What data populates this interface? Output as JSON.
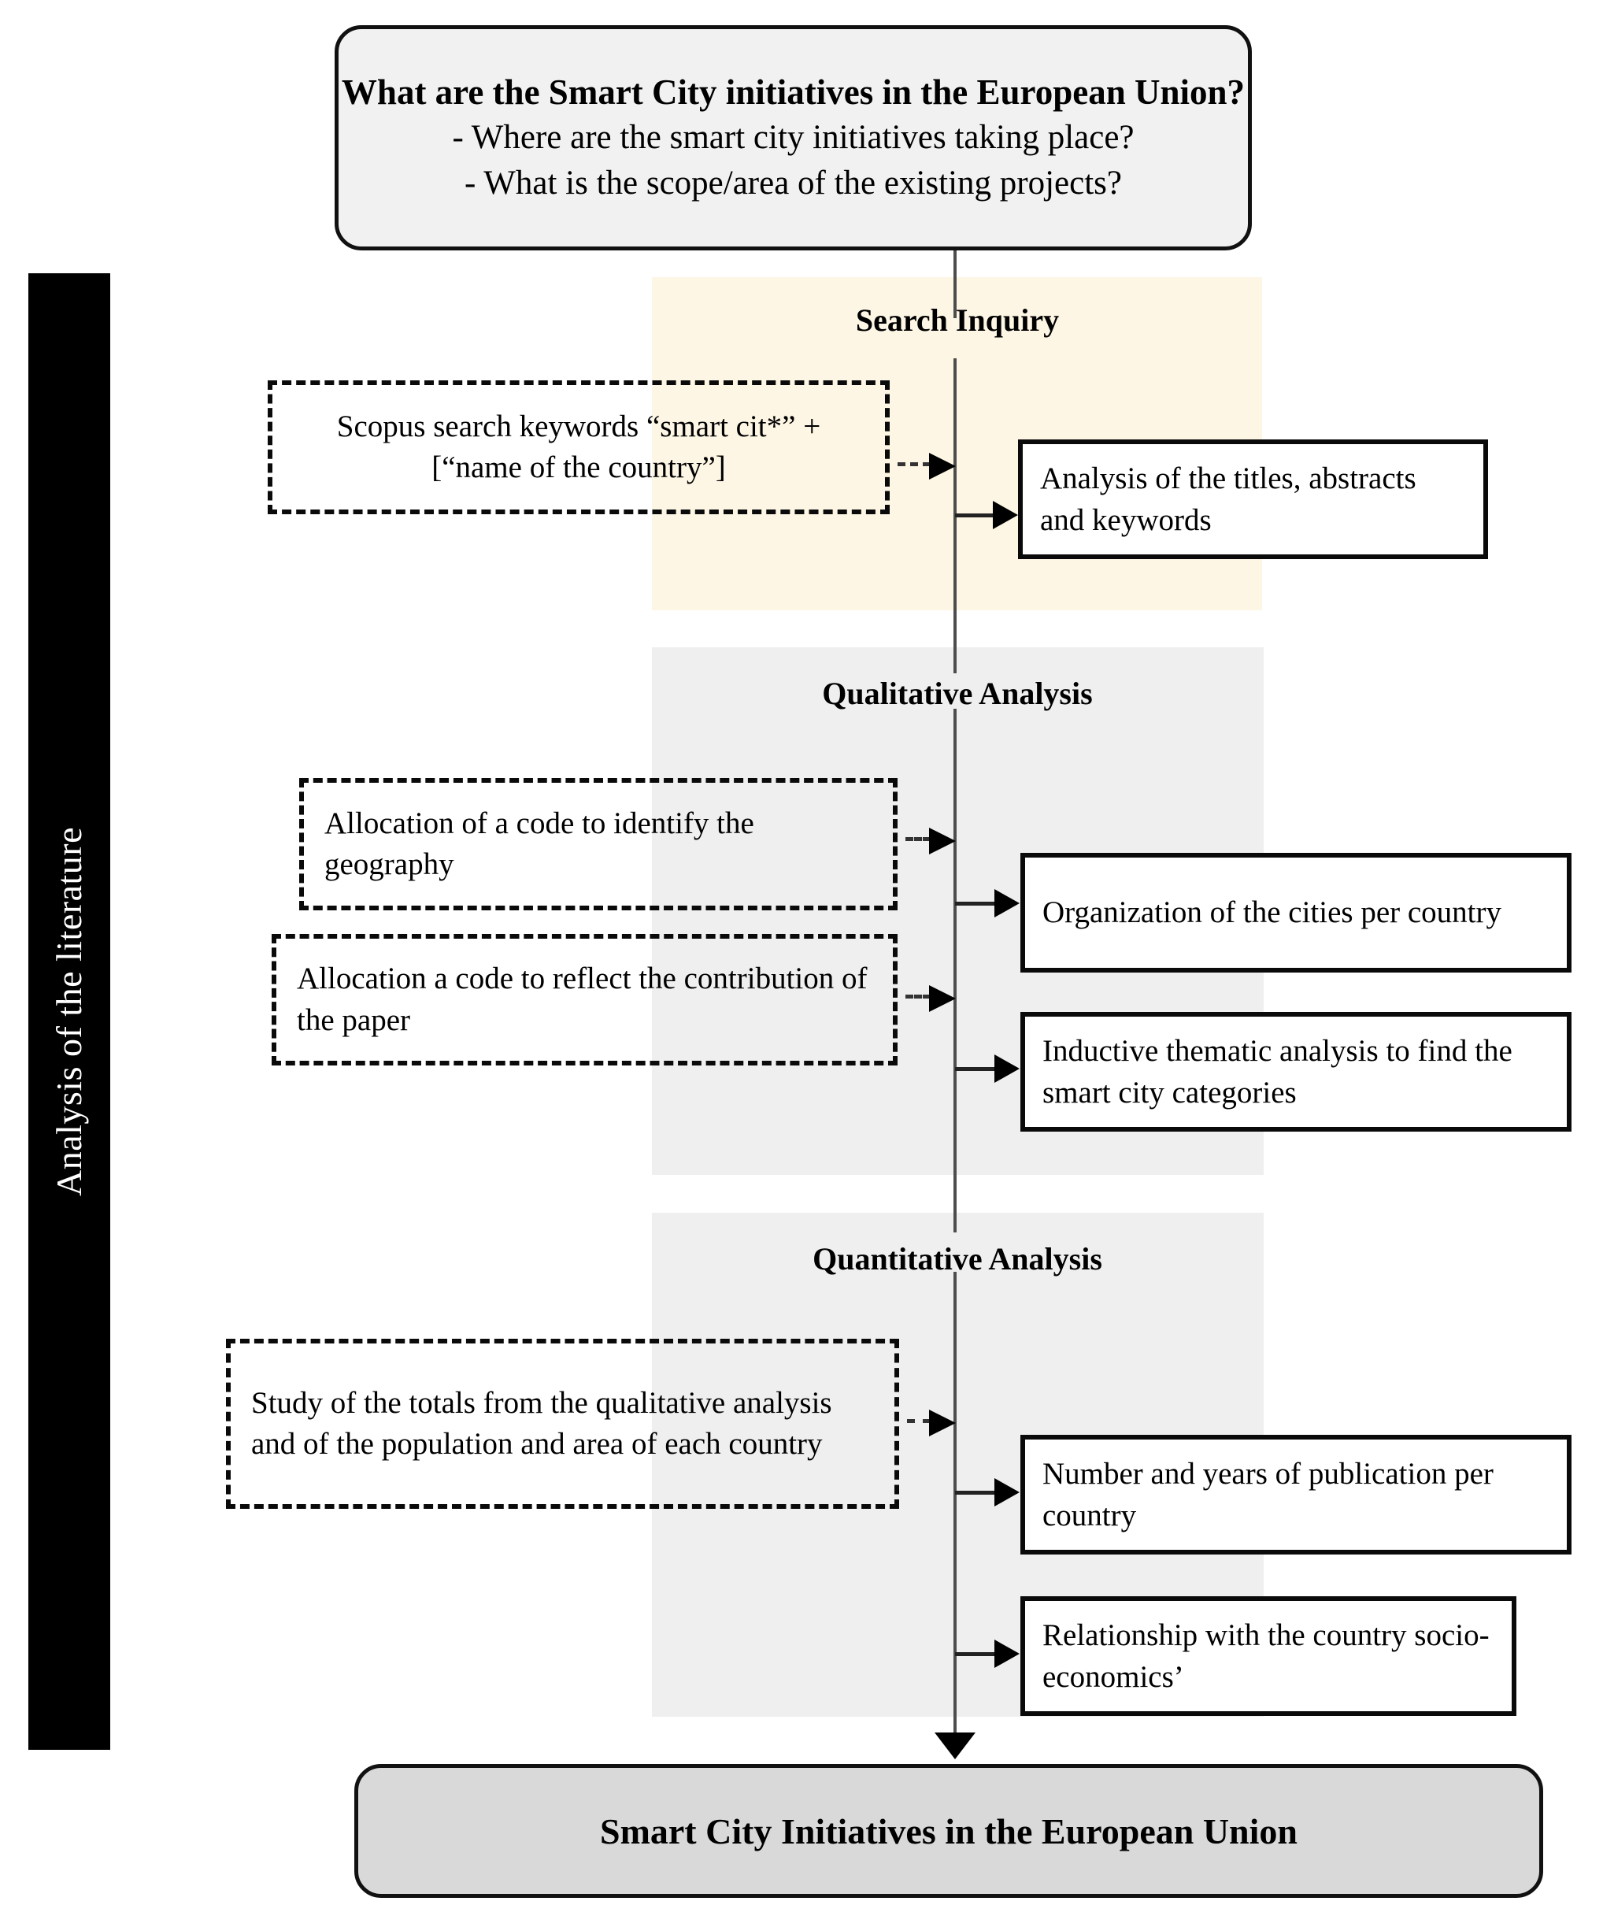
{
  "sidebar": {
    "vertical_label": "Analysis of the literature"
  },
  "top_box": {
    "question_main": "What are the Smart City initiatives in the European Union?",
    "sub_question_1": "- Where are the smart city initiatives taking place?",
    "sub_question_2": "- What is the scope/area of the existing projects?"
  },
  "bottom_box": {
    "title": "Smart City Initiatives in the European Union"
  },
  "sections": [
    {
      "id": "search-inquiry",
      "title": "Search Inquiry",
      "band_color": "#fdf6e4",
      "inputs": [
        "Scopus search keywords “smart cit*” + [“name of the country”]"
      ],
      "outputs": [
        "Analysis of the titles, abstracts and keywords"
      ]
    },
    {
      "id": "qualitative-analysis",
      "title": "Qualitative Analysis",
      "band_color": "#efefef",
      "inputs": [
        "Allocation of a code to identify the geography",
        "Allocation a code to reflect the contribution of the paper"
      ],
      "outputs": [
        "Organization of the cities per country",
        "Inductive thematic analysis to find the smart city categories"
      ]
    },
    {
      "id": "quantitative-analysis",
      "title": "Quantitative Analysis",
      "band_color": "#efefef",
      "inputs": [
        "Study of the totals from the qualitative analysis and of the population and area of each country"
      ],
      "outputs": [
        "Number and years of publication per country",
        "Relationship with the country socio-economics’"
      ]
    }
  ],
  "colors": {
    "strip_background": "#000000",
    "strip_text": "#ffffff",
    "terminal_top_fill": "#f1f1f1",
    "terminal_bottom_fill": "#d9d9d9",
    "band_search": "#fdf6e4",
    "band_analysis": "#efefef",
    "line": "#4d4d4d"
  }
}
